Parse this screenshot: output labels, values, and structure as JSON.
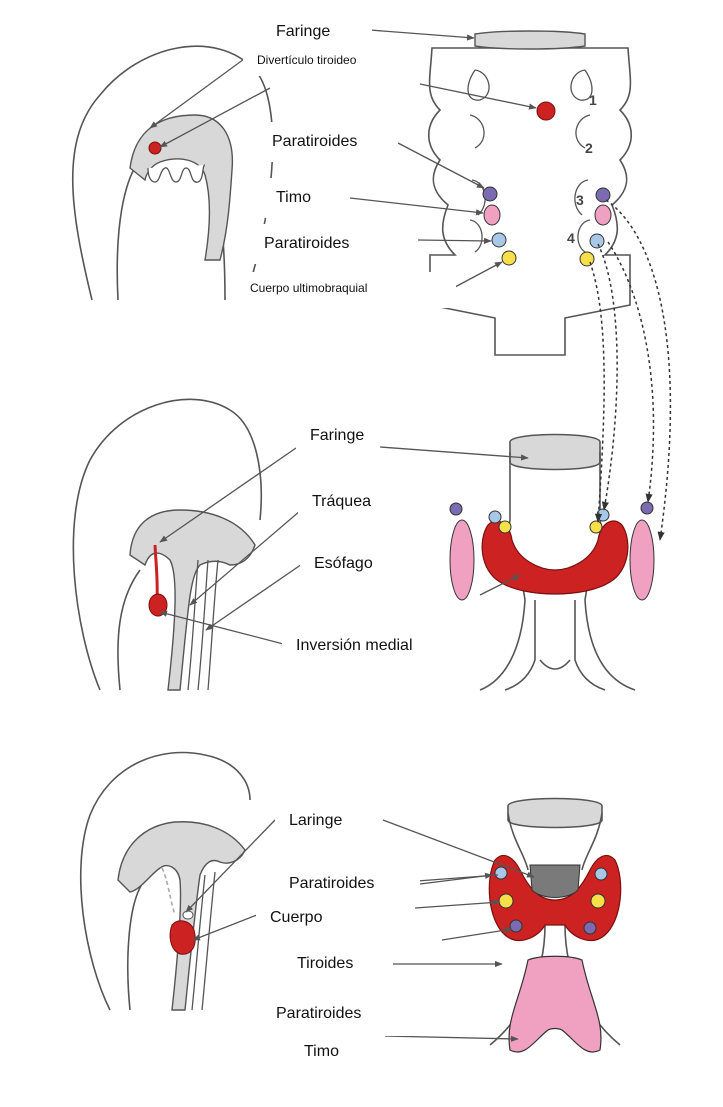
{
  "labels": {
    "faringe_top": "Faringe",
    "diverticulo": "Divertículo tiroideo",
    "paratiroides_1": "Paratiroides",
    "timo_1": "Timo",
    "paratiroides_2": "Paratiroides",
    "cuerpo_ultimobraquial": "Cuerpo ultimobraquial",
    "faringe_mid": "Faringe",
    "traquea": "Tráquea",
    "esofago": "Esófago",
    "inversion": "Inversión medial",
    "laringe": "Laringe",
    "paratiroides_3": "Paratiroides",
    "cuerpo": "Cuerpo",
    "tiroides": "Tiroides",
    "paratiroides_4": "Paratiroides",
    "timo_2": "Timo"
  },
  "arch_numbers": [
    "1",
    "2",
    "3",
    "4"
  ],
  "colors": {
    "thyroid": "#cc2222",
    "parathyroid_upper": "#7b6bb0",
    "thymus": "#f0a0c0",
    "parathyroid_lower": "#a8c8e8",
    "ultimobranchial": "#f5e04a",
    "tissue_gray": "#d8d8d8",
    "larynx_gray": "#7a7a7a"
  }
}
